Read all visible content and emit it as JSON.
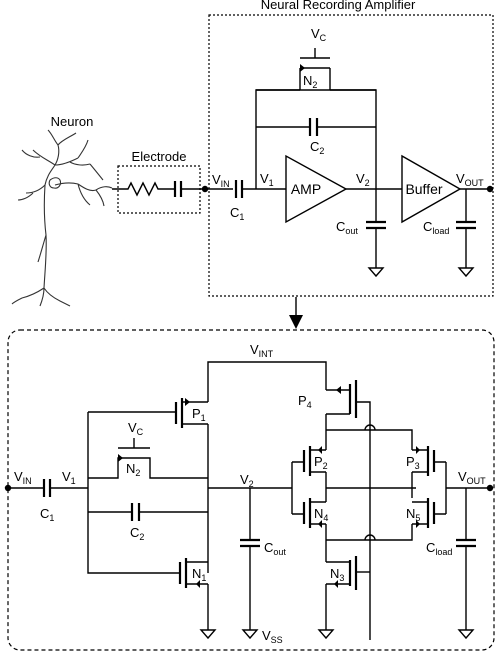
{
  "top": {
    "block_title": "Neural Recording Amplifier",
    "neuron_label": "Neuron",
    "electrode_label": "Electrode",
    "vin": {
      "main": "V",
      "sub": "IN"
    },
    "v1": {
      "main": "V",
      "sub": "1"
    },
    "v2": {
      "main": "V",
      "sub": "2"
    },
    "vout": {
      "main": "V",
      "sub": "OUT"
    },
    "vc": {
      "main": "V",
      "sub": "C"
    },
    "n2": {
      "main": "N",
      "sub": "2"
    },
    "c1": {
      "main": "C",
      "sub": "1"
    },
    "c2": {
      "main": "C",
      "sub": "2"
    },
    "cout": {
      "main": "C",
      "sub": "out"
    },
    "cload": {
      "main": "C",
      "sub": "load"
    },
    "amp_label": "AMP",
    "buffer_label": "Buffer"
  },
  "bottom": {
    "vint": {
      "main": "V",
      "sub": "INT"
    },
    "vin": {
      "main": "V",
      "sub": "IN"
    },
    "v1": {
      "main": "V",
      "sub": "1"
    },
    "v2": {
      "main": "V",
      "sub": "2"
    },
    "vout": {
      "main": "V",
      "sub": "OUT"
    },
    "vc": {
      "main": "V",
      "sub": "C"
    },
    "vss": {
      "main": "V",
      "sub": "SS"
    },
    "c1": {
      "main": "C",
      "sub": "1"
    },
    "c2": {
      "main": "C",
      "sub": "2"
    },
    "cout": {
      "main": "C",
      "sub": "out"
    },
    "cload": {
      "main": "C",
      "sub": "load"
    },
    "p1": {
      "main": "P",
      "sub": "1"
    },
    "p2": {
      "main": "P",
      "sub": "2"
    },
    "p3": {
      "main": "P",
      "sub": "3"
    },
    "p4": {
      "main": "P",
      "sub": "4"
    },
    "n1": {
      "main": "N",
      "sub": "1"
    },
    "n2": {
      "main": "N",
      "sub": "2"
    },
    "n3": {
      "main": "N",
      "sub": "3"
    },
    "n4": {
      "main": "N",
      "sub": "4"
    },
    "n5": {
      "main": "N",
      "sub": "5"
    }
  }
}
